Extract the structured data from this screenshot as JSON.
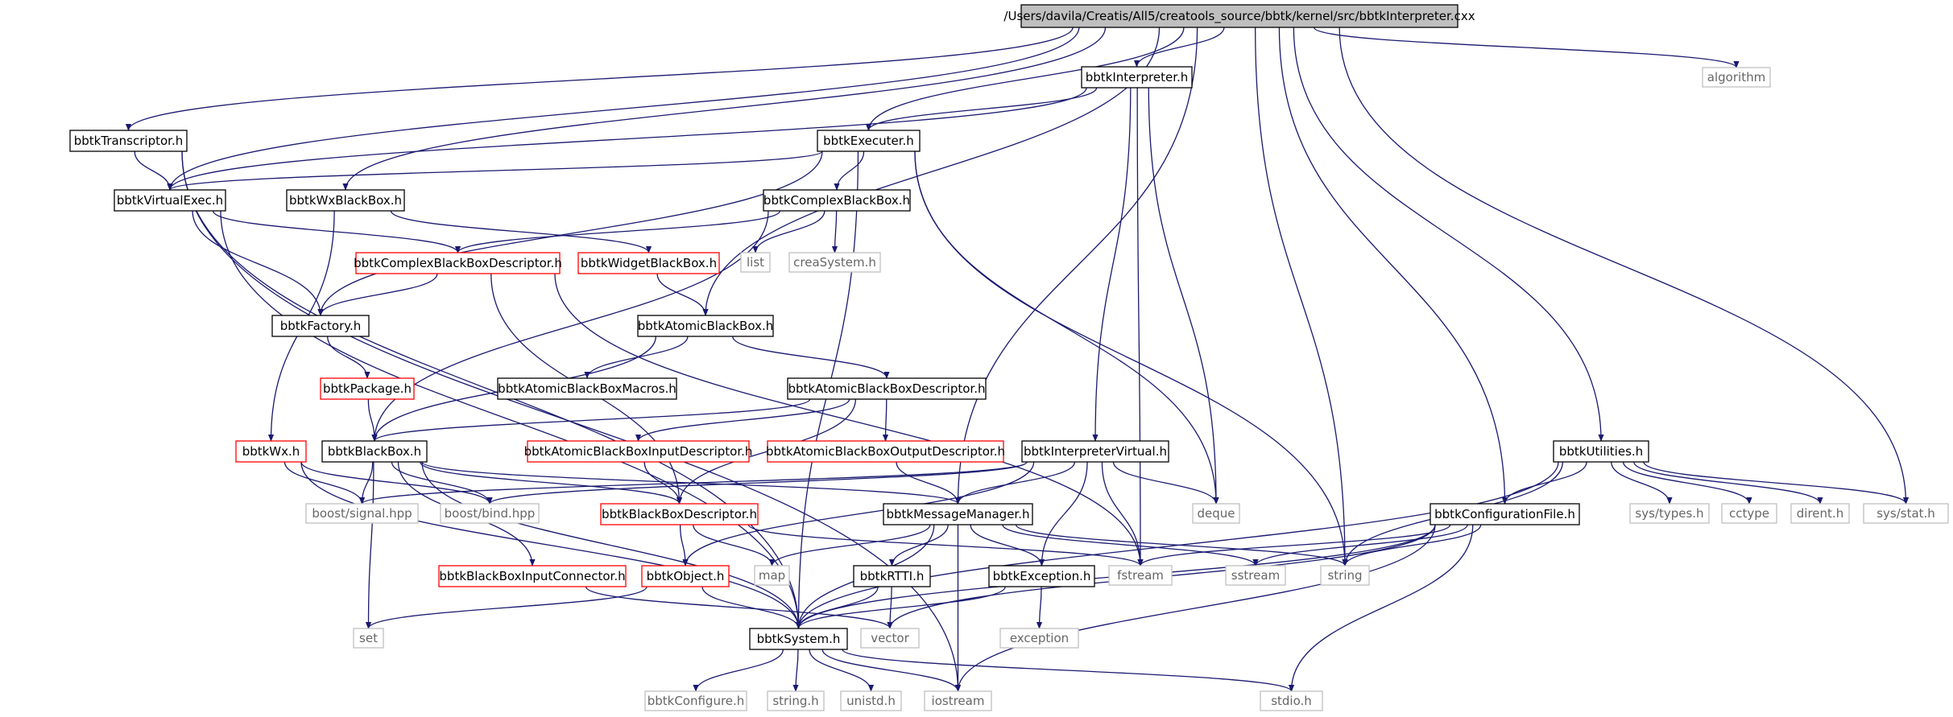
{
  "nodes": {
    "root": {
      "label": "/Users/davila/Creatis/All5/creatools_source/bbtk/kernel/src/bbtkInterpreter.cxx",
      "kind": "root"
    },
    "transcriptor": {
      "label": "bbtkTranscriptor.h",
      "kind": "normal"
    },
    "interpreter": {
      "label": "bbtkInterpreter.h",
      "kind": "normal"
    },
    "algorithm": {
      "label": "algorithm",
      "kind": "system"
    },
    "executer": {
      "label": "bbtkExecuter.h",
      "kind": "normal"
    },
    "virtualexec": {
      "label": "bbtkVirtualExec.h",
      "kind": "normal"
    },
    "wxblackbox": {
      "label": "bbtkWxBlackBox.h",
      "kind": "normal"
    },
    "complexbb": {
      "label": "bbtkComplexBlackBox.h",
      "kind": "normal"
    },
    "complexbbdesc": {
      "label": "bbtkComplexBlackBoxDescriptor.h",
      "kind": "missing"
    },
    "widgetbb": {
      "label": "bbtkWidgetBlackBox.h",
      "kind": "missing"
    },
    "list": {
      "label": "list",
      "kind": "system"
    },
    "creasystem": {
      "label": "creaSystem.h",
      "kind": "system"
    },
    "factory": {
      "label": "bbtkFactory.h",
      "kind": "normal"
    },
    "atomicbb": {
      "label": "bbtkAtomicBlackBox.h",
      "kind": "normal"
    },
    "package": {
      "label": "bbtkPackage.h",
      "kind": "missing"
    },
    "atomicmacros": {
      "label": "bbtkAtomicBlackBoxMacros.h",
      "kind": "normal"
    },
    "atomicdesc": {
      "label": "bbtkAtomicBlackBoxDescriptor.h",
      "kind": "normal"
    },
    "wx": {
      "label": "bbtkWx.h",
      "kind": "missing"
    },
    "blackbox": {
      "label": "bbtkBlackBox.h",
      "kind": "normal"
    },
    "atomicinputdesc": {
      "label": "bbtkAtomicBlackBoxInputDescriptor.h",
      "kind": "missing"
    },
    "atomicoutputdesc": {
      "label": "bbtkAtomicBlackBoxOutputDescriptor.h",
      "kind": "missing"
    },
    "interpvirtual": {
      "label": "bbtkInterpreterVirtual.h",
      "kind": "normal"
    },
    "utilities": {
      "label": "bbtkUtilities.h",
      "kind": "normal"
    },
    "signal": {
      "label": "boost/signal.hpp",
      "kind": "system"
    },
    "bind": {
      "label": "boost/bind.hpp",
      "kind": "system"
    },
    "bbdesc": {
      "label": "bbtkBlackBoxDescriptor.h",
      "kind": "missing"
    },
    "msgmanager": {
      "label": "bbtkMessageManager.h",
      "kind": "normal"
    },
    "deque": {
      "label": "deque",
      "kind": "system"
    },
    "configfile": {
      "label": "bbtkConfigurationFile.h",
      "kind": "normal"
    },
    "systypes": {
      "label": "sys/types.h",
      "kind": "system"
    },
    "cctype": {
      "label": "cctype",
      "kind": "system"
    },
    "dirent": {
      "label": "dirent.h",
      "kind": "system"
    },
    "sysstat": {
      "label": "sys/stat.h",
      "kind": "system"
    },
    "bbinputconn": {
      "label": "bbtkBlackBoxInputConnector.h",
      "kind": "missing"
    },
    "object": {
      "label": "bbtkObject.h",
      "kind": "missing"
    },
    "map": {
      "label": "map",
      "kind": "system"
    },
    "rtti": {
      "label": "bbtkRTTI.h",
      "kind": "normal"
    },
    "exception": {
      "label": "bbtkException.h",
      "kind": "normal"
    },
    "fstream": {
      "label": "fstream",
      "kind": "system"
    },
    "sstream": {
      "label": "sstream",
      "kind": "system"
    },
    "string": {
      "label": "string",
      "kind": "system"
    },
    "set": {
      "label": "set",
      "kind": "system"
    },
    "system": {
      "label": "bbtkSystem.h",
      "kind": "normal"
    },
    "vector": {
      "label": "vector",
      "kind": "system"
    },
    "stdexception": {
      "label": "exception",
      "kind": "system"
    },
    "configure": {
      "label": "bbtkConfigure.h",
      "kind": "system"
    },
    "stringh": {
      "label": "string.h",
      "kind": "system"
    },
    "unistd": {
      "label": "unistd.h",
      "kind": "system"
    },
    "iostream": {
      "label": "iostream",
      "kind": "system"
    },
    "stdio": {
      "label": "stdio.h",
      "kind": "system"
    }
  },
  "edges": [
    [
      "root",
      "transcriptor"
    ],
    [
      "root",
      "interpreter"
    ],
    [
      "root",
      "algorithm"
    ],
    [
      "root",
      "executer"
    ],
    [
      "root",
      "wxblackbox"
    ],
    [
      "root",
      "atomicbb"
    ],
    [
      "root",
      "msgmanager"
    ],
    [
      "root",
      "configfile"
    ],
    [
      "root",
      "utilities"
    ],
    [
      "root",
      "sysstat"
    ],
    [
      "root",
      "string"
    ],
    [
      "root",
      "virtualexec"
    ],
    [
      "transcriptor",
      "virtualexec"
    ],
    [
      "transcriptor",
      "system"
    ],
    [
      "transcriptor",
      "iostream"
    ],
    [
      "interpreter",
      "executer"
    ],
    [
      "interpreter",
      "virtualexec"
    ],
    [
      "interpreter",
      "interpvirtual"
    ],
    [
      "interpreter",
      "deque"
    ],
    [
      "interpreter",
      "fstream"
    ],
    [
      "executer",
      "virtualexec"
    ],
    [
      "executer",
      "complexbb"
    ],
    [
      "executer",
      "factory"
    ],
    [
      "executer",
      "system"
    ],
    [
      "executer",
      "deque"
    ],
    [
      "executer",
      "string"
    ],
    [
      "virtualexec",
      "factory"
    ],
    [
      "virtualexec",
      "complexbbdesc"
    ],
    [
      "virtualexec",
      "system"
    ],
    [
      "wxblackbox",
      "widgetbb"
    ],
    [
      "wxblackbox",
      "wx"
    ],
    [
      "complexbb",
      "complexbbdesc"
    ],
    [
      "complexbb",
      "list"
    ],
    [
      "complexbb",
      "creasystem"
    ],
    [
      "complexbb",
      "blackbox"
    ],
    [
      "complexbbdesc",
      "factory"
    ],
    [
      "complexbbdesc",
      "bbdesc"
    ],
    [
      "complexbbdesc",
      "fstream"
    ],
    [
      "widgetbb",
      "atomicbb"
    ],
    [
      "factory",
      "package"
    ],
    [
      "package",
      "blackbox"
    ],
    [
      "atomicbb",
      "atomicmacros"
    ],
    [
      "atomicbb",
      "atomicdesc"
    ],
    [
      "atomicbb",
      "blackbox"
    ],
    [
      "atomicdesc",
      "atomicinputdesc"
    ],
    [
      "atomicdesc",
      "atomicoutputdesc"
    ],
    [
      "atomicdesc",
      "blackbox"
    ],
    [
      "atomicdesc",
      "bbdesc"
    ],
    [
      "wx",
      "signal"
    ],
    [
      "wx",
      "bind"
    ],
    [
      "wx",
      "system"
    ],
    [
      "blackbox",
      "signal"
    ],
    [
      "blackbox",
      "bind"
    ],
    [
      "blackbox",
      "bbdesc"
    ],
    [
      "blackbox",
      "msgmanager"
    ],
    [
      "blackbox",
      "bbinputconn"
    ],
    [
      "blackbox",
      "set"
    ],
    [
      "blackbox",
      "system"
    ],
    [
      "atomicinputdesc",
      "bbdesc"
    ],
    [
      "atomicoutputdesc",
      "msgmanager"
    ],
    [
      "interpvirtual",
      "msgmanager"
    ],
    [
      "interpvirtual",
      "exception"
    ],
    [
      "interpvirtual",
      "deque"
    ],
    [
      "interpvirtual",
      "fstream"
    ],
    [
      "interpvirtual",
      "object"
    ],
    [
      "interpvirtual",
      "signal"
    ],
    [
      "interpvirtual",
      "bind"
    ],
    [
      "bbdesc",
      "object"
    ],
    [
      "bbdesc",
      "map"
    ],
    [
      "bbdesc",
      "fstream"
    ],
    [
      "msgmanager",
      "map"
    ],
    [
      "msgmanager",
      "rtti"
    ],
    [
      "msgmanager",
      "exception"
    ],
    [
      "msgmanager",
      "sstream"
    ],
    [
      "msgmanager",
      "string"
    ],
    [
      "msgmanager",
      "system"
    ],
    [
      "msgmanager",
      "iostream"
    ],
    [
      "utilities",
      "configfile"
    ],
    [
      "utilities",
      "systypes"
    ],
    [
      "utilities",
      "cctype"
    ],
    [
      "utilities",
      "dirent"
    ],
    [
      "utilities",
      "sysstat"
    ],
    [
      "utilities",
      "string"
    ],
    [
      "utilities",
      "system"
    ],
    [
      "configfile",
      "fstream"
    ],
    [
      "configfile",
      "sstream"
    ],
    [
      "configfile",
      "string"
    ],
    [
      "configfile",
      "system"
    ],
    [
      "configfile",
      "vector"
    ],
    [
      "configfile",
      "iostream"
    ],
    [
      "configfile",
      "stdio"
    ],
    [
      "bbinputconn",
      "vector"
    ],
    [
      "object",
      "system"
    ],
    [
      "object",
      "set"
    ],
    [
      "rtti",
      "system"
    ],
    [
      "rtti",
      "vector"
    ],
    [
      "exception",
      "system"
    ],
    [
      "exception",
      "stdexception"
    ],
    [
      "system",
      "configure"
    ],
    [
      "system",
      "stringh"
    ],
    [
      "system",
      "unistd"
    ],
    [
      "system",
      "iostream"
    ],
    [
      "system",
      "stdio"
    ]
  ],
  "colors": {
    "edge": "#191970",
    "normal_border": "#000000",
    "missing_border": "#ff0000",
    "system_border": "#bfbfbf",
    "system_text": "#666666",
    "root_fill": "#bfbfbf",
    "text": "#000000"
  }
}
